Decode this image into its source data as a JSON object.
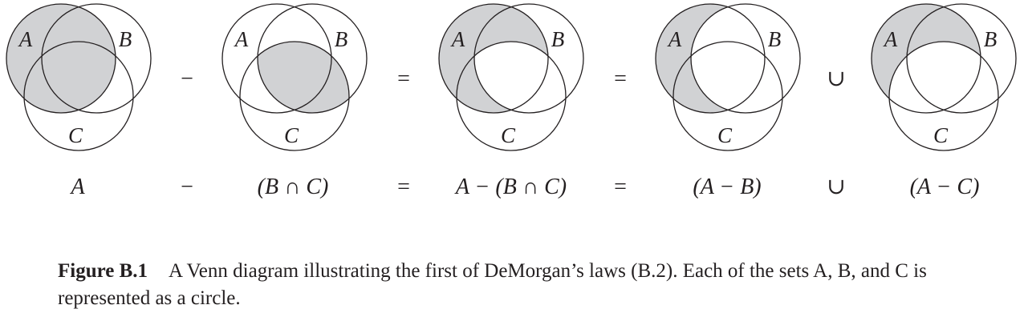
{
  "colors": {
    "shade": "#d1d2d4",
    "stroke": "#231f20"
  },
  "set_labels": {
    "a": "A",
    "b": "B",
    "c": "C"
  },
  "panels": [
    {
      "shading": "A"
    },
    {
      "shading": "B∩C"
    },
    {
      "shading": "A−(B∩C)"
    },
    {
      "shading": "A−B"
    },
    {
      "shading": "A−C"
    }
  ],
  "operators": [
    "−",
    "=",
    "=",
    "∪"
  ],
  "expression": {
    "e1": "A",
    "op1": "−",
    "e2": "(B ∩ C)",
    "op2": "=",
    "e3": "A − (B ∩ C)",
    "op3": "=",
    "e4": "(A − B)",
    "op4": "∪",
    "e5": "(A − C)"
  },
  "caption": {
    "label": "Figure B.1",
    "text": "A Venn diagram illustrating the first of DeMorgan’s laws (B.2). Each of the sets A, B, and C is represented as a circle."
  }
}
